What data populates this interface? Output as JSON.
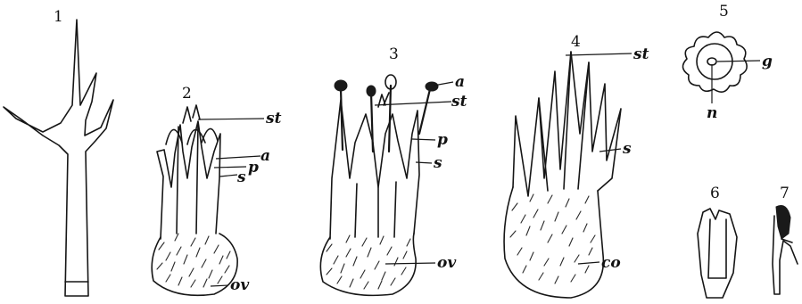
{
  "figures": [
    {
      "number": "1",
      "labels": []
    },
    {
      "number": "2",
      "labels": [
        "st",
        "a",
        "p",
        "s",
        "ov"
      ]
    },
    {
      "number": "3",
      "labels": [
        "a",
        "st",
        "p",
        "s",
        "ov"
      ]
    },
    {
      "number": "4",
      "labels": [
        "st",
        "s",
        "co"
      ]
    },
    {
      "number": "5",
      "labels": [
        "g",
        "n"
      ]
    },
    {
      "number": "6",
      "labels": []
    },
    {
      "number": "7",
      "labels": []
    }
  ],
  "colors": {
    "ink": "#161616",
    "paper": "#ffffff"
  }
}
